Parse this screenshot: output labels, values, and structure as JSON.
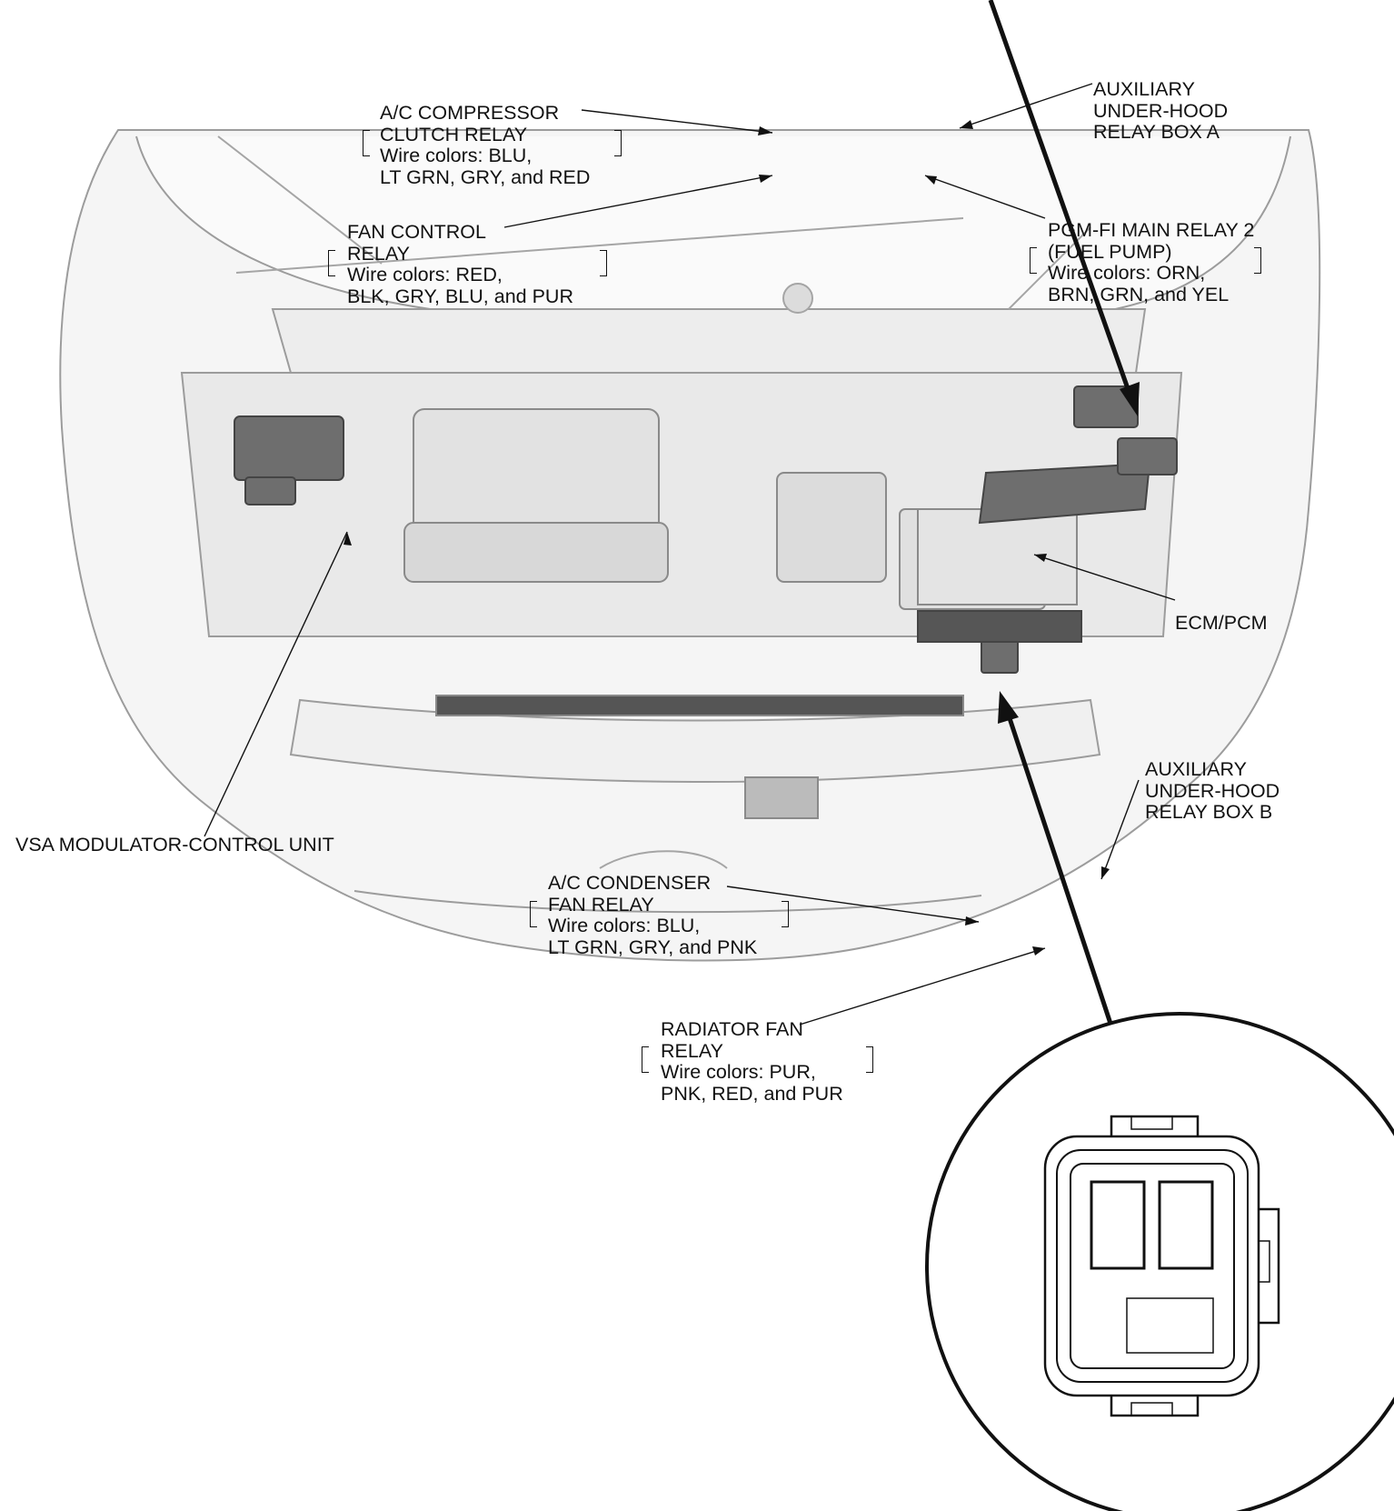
{
  "callouts": {
    "ac_compressor": {
      "title_1": "A/C COMPRESSOR",
      "title_2": "CLUTCH RELAY",
      "wires_1": "Wire colors: BLU,",
      "wires_2": "LT GRN, GRY, and RED"
    },
    "aux_box_a": {
      "line_1": "AUXILIARY",
      "line_2": "UNDER-HOOD",
      "line_3": "RELAY BOX A"
    },
    "fan_control": {
      "title_1": "FAN CONTROL",
      "title_2": "RELAY",
      "wires_1": "Wire colors: RED,",
      "wires_2": "BLK, GRY, BLU, and PUR"
    },
    "pgm_fi": {
      "title_1": "PGM-FI MAIN RELAY 2",
      "title_2": "(FUEL PUMP)",
      "wires_1": "Wire colors: ORN,",
      "wires_2": "BRN, GRN, and YEL"
    },
    "ecm_pcm": {
      "line_1": "ECM/PCM"
    },
    "aux_box_b": {
      "line_1": "AUXILIARY",
      "line_2": "UNDER-HOOD",
      "line_3": "RELAY BOX B"
    },
    "vsa": {
      "line_1": "VSA MODULATOR-CONTROL UNIT"
    },
    "ac_condenser": {
      "title_1": "A/C CONDENSER",
      "title_2": "FAN RELAY",
      "wires_1": "Wire colors: BLU,",
      "wires_2": "LT GRN, GRY, and PNK"
    },
    "radiator_fan": {
      "title_1": "RADIATOR FAN",
      "title_2": "RELAY",
      "wires_1": "Wire colors: PUR,",
      "wires_2": "PNK, RED, and PUR"
    }
  },
  "colors": {
    "line": "#111111",
    "body_fill": "#f4f4f4",
    "body_stroke": "#9a9a9a",
    "component_dark": "#6e6e6e"
  }
}
